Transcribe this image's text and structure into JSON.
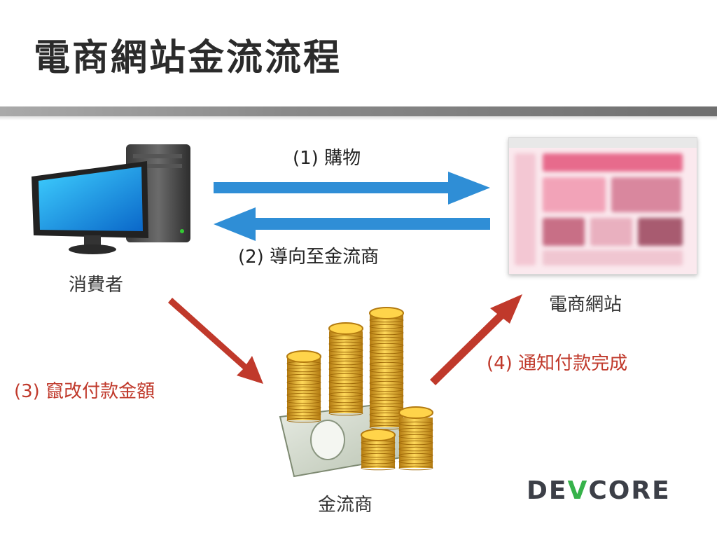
{
  "title": "電商網站金流流程",
  "nodes": {
    "consumer": "消費者",
    "website": "電商網站",
    "payment": "金流商"
  },
  "steps": [
    {
      "num": "(1)",
      "text": "購物"
    },
    {
      "num": "(2)",
      "text": "導向至金流商"
    },
    {
      "num": "(3)",
      "text": "竄改付款金額"
    },
    {
      "num": "(4)",
      "text": "通知付款完成"
    }
  ],
  "logo": {
    "part1": "DE",
    "part2": "V",
    "part3": "CORE"
  },
  "colors": {
    "blue_arrow": "#2f8ed6",
    "red_arrow": "#c0392b",
    "red_text": "#c0392b",
    "title": "#2b2b2b"
  },
  "icons": [
    "computer-icon",
    "website-screenshot-icon",
    "money-coins-icon"
  ]
}
